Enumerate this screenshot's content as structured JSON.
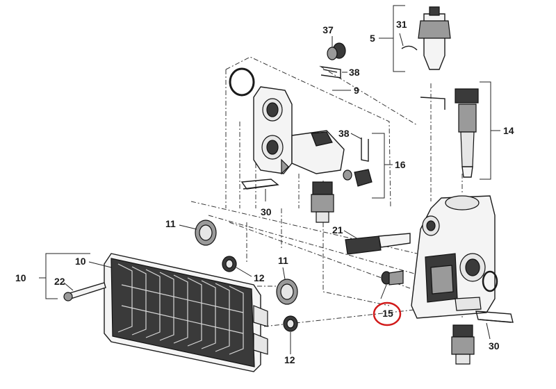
{
  "callouts": {
    "p37": "37",
    "p38a": "38",
    "p9": "9",
    "p5": "5",
    "p31": "31",
    "p14": "14",
    "p38b": "38",
    "p16": "16",
    "p30a": "30",
    "p21": "21",
    "p11a": "11",
    "p10a": "10",
    "p10b": "10",
    "p22": "22",
    "p12a": "12",
    "p11b": "11",
    "p15": "15",
    "p12b": "12",
    "p30b": "30"
  },
  "highlight": {
    "label": "15",
    "ring_color": "#d11a1a"
  },
  "colors": {
    "ink": "#1a1a1a",
    "background": "#ffffff"
  }
}
